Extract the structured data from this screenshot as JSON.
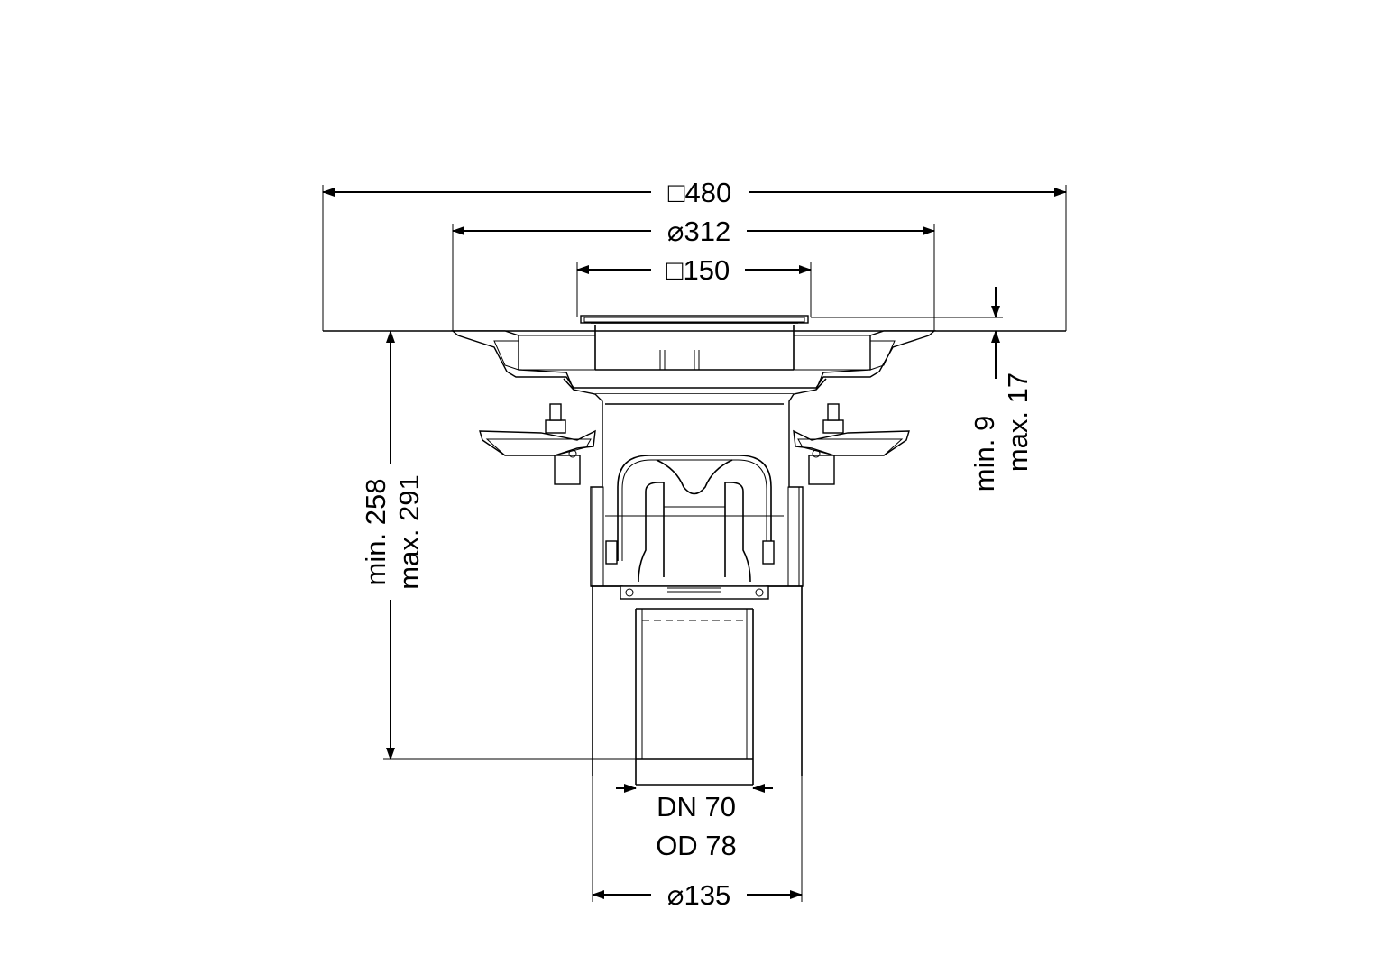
{
  "drawing": {
    "dimensions": {
      "overall_square": "□480",
      "flange_diameter": "⌀312",
      "grate_square": "□150",
      "height_min": "min. 258",
      "height_max": "max. 291",
      "grate_offset_min": "min. 9",
      "grate_offset_max": "max. 17",
      "outlet_dn": "DN 70",
      "outlet_od": "OD 78",
      "body_diameter": "⌀135"
    }
  }
}
